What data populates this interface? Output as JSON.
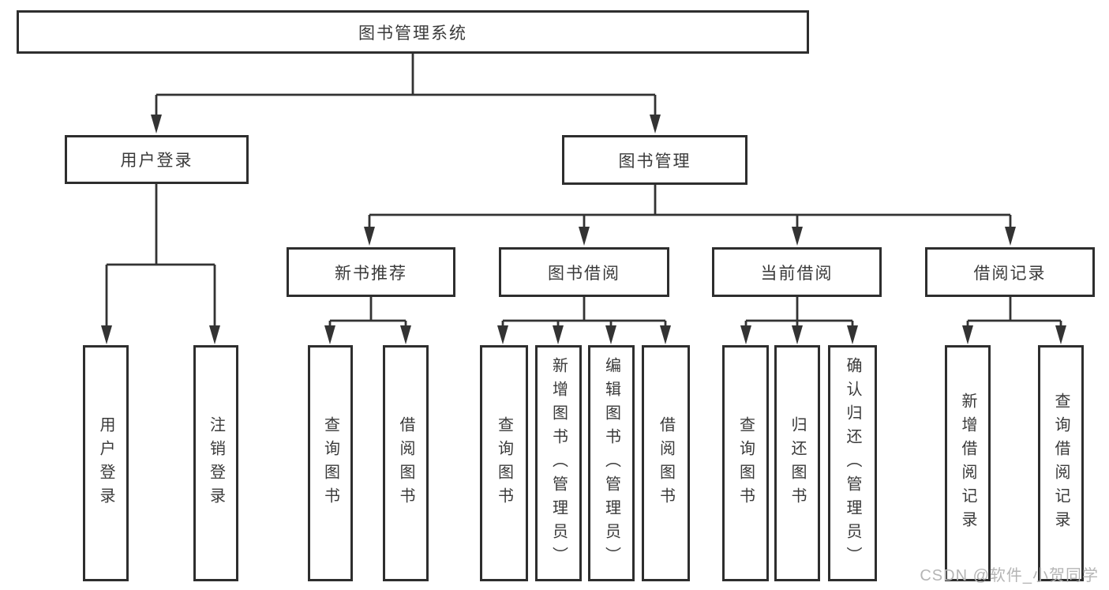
{
  "diagram": {
    "root": {
      "label": "图书管理系统"
    },
    "branches": [
      {
        "label": "用户登录",
        "children": [
          {
            "label": "用户登录"
          },
          {
            "label": "注销登录"
          }
        ]
      },
      {
        "label": "图书管理",
        "children": [
          {
            "label": "新书推荐",
            "children": [
              {
                "label": "查询图书"
              },
              {
                "label": "借阅图书"
              }
            ]
          },
          {
            "label": "图书借阅",
            "children": [
              {
                "label": "查询图书"
              },
              {
                "label": "新增图书（管理员）"
              },
              {
                "label": "编辑图书（管理员）"
              },
              {
                "label": "借阅图书"
              }
            ]
          },
          {
            "label": "当前借阅",
            "children": [
              {
                "label": "查询图书"
              },
              {
                "label": "归还图书"
              },
              {
                "label": "确认归还（管理员）"
              }
            ]
          },
          {
            "label": "借阅记录",
            "children": [
              {
                "label": "新增借阅记录"
              },
              {
                "label": "查询借阅记录"
              }
            ]
          }
        ]
      }
    ]
  },
  "watermark": {
    "text": "CSDN @软件_小贺同学"
  },
  "colors": {
    "line": "#333333",
    "box_border": "#2e2e2e",
    "text": "#3a3a3a",
    "watermark": "#b5b5b5",
    "background": "#ffffff"
  }
}
